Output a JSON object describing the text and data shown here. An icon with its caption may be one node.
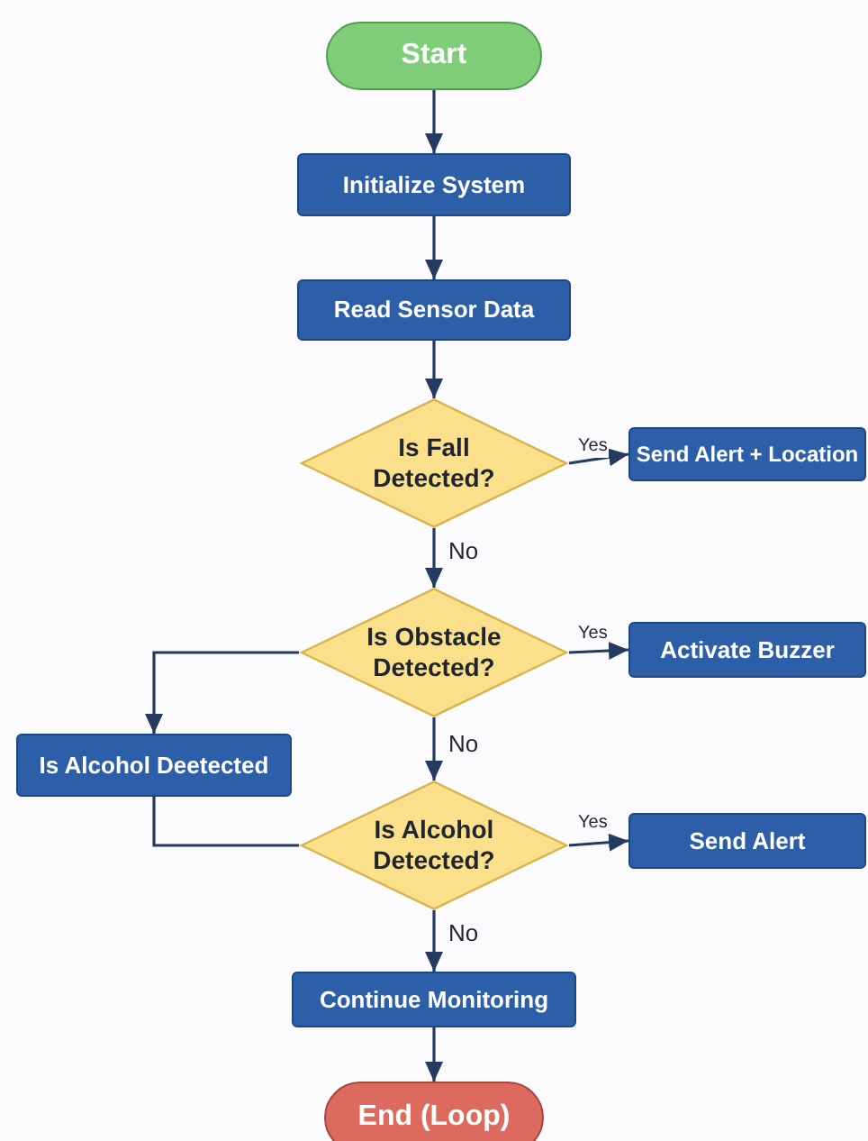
{
  "diagram": {
    "nodes": [
      {
        "text": [
          "Start"
        ]
      },
      {
        "text": [
          "Initialize System"
        ]
      },
      {
        "text": [
          "Read Sensor Data"
        ]
      },
      {
        "text": [
          "Is Fall Detected?"
        ]
      },
      {
        "text": [
          "Send Alert + Location"
        ]
      },
      {
        "text": [
          "Is Obstacle Detected?"
        ]
      },
      {
        "text": [
          "Activate Buzzer"
        ]
      },
      {
        "text": [
          "Is Alcohol Deetected"
        ]
      },
      {
        "text": [
          "Is Alcohol Detected?"
        ]
      },
      {
        "text": [
          "Send Alert"
        ]
      },
      {
        "text": [
          "Continue Monitoring"
        ]
      },
      {
        "text": [
          "End (Loop)"
        ]
      }
    ],
    "edges": [
      {
        "from": 0,
        "to": 1,
        "arrow": "to"
      },
      {
        "from": 1,
        "to": 2,
        "arrow": "to"
      },
      {
        "from": 2,
        "to": 3,
        "arrow": "to"
      },
      {
        "from": 3,
        "to": 4,
        "arrow": "to",
        "label": "Yes"
      },
      {
        "from": 3,
        "to": 5,
        "arrow": "to",
        "label": "No"
      },
      {
        "from": 5,
        "to": 6,
        "arrow": "to",
        "label": "Yes"
      },
      {
        "from": 5,
        "to": 7,
        "arrow": "to"
      },
      {
        "from": 7,
        "to": 8,
        "arrow": "none"
      },
      {
        "from": 5,
        "to": 8,
        "arrow": "to",
        "label": "No"
      },
      {
        "from": 8,
        "to": 9,
        "arrow": "to",
        "label": "Yes"
      },
      {
        "from": 8,
        "to": 10,
        "arrow": "to",
        "label": "No"
      },
      {
        "from": 10,
        "to": 11,
        "arrow": "to"
      }
    ]
  }
}
